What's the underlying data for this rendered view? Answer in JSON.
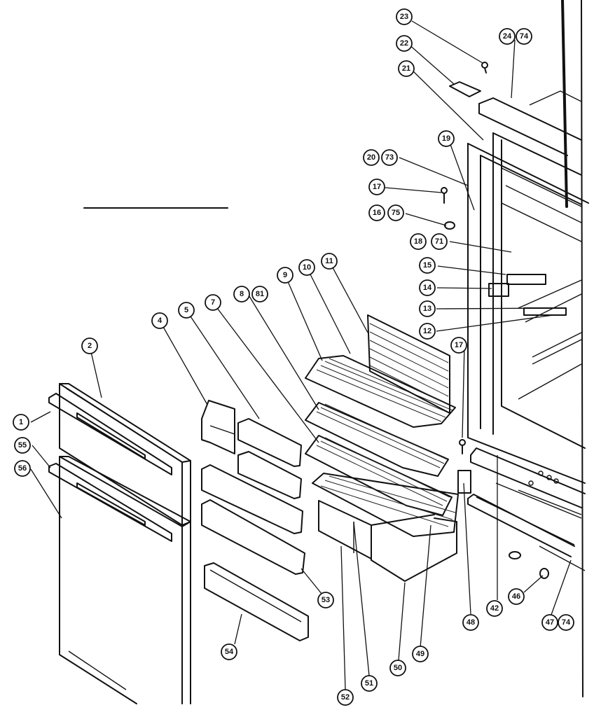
{
  "diagram": {
    "callouts": {
      "c1": "1",
      "c2": "2",
      "c4": "4",
      "c5": "5",
      "c7": "7",
      "c8": "8",
      "c81": "81",
      "c9": "9",
      "c10": "10",
      "c11": "11",
      "c12": "12",
      "c13": "13",
      "c14": "14",
      "c15": "15",
      "c16": "16",
      "c75": "75",
      "c17a": "17",
      "c17b": "17",
      "c18": "18",
      "c71": "71",
      "c19": "19",
      "c20": "20",
      "c73": "73",
      "c21": "21",
      "c22": "22",
      "c23": "23",
      "c24": "24",
      "c74a": "74",
      "c42": "42",
      "c46": "46",
      "c47": "47",
      "c74b": "74",
      "c48": "48",
      "c49": "49",
      "c50": "50",
      "c51": "51",
      "c52": "52",
      "c53": "53",
      "c54": "54",
      "c55": "55",
      "c56": "56"
    }
  }
}
